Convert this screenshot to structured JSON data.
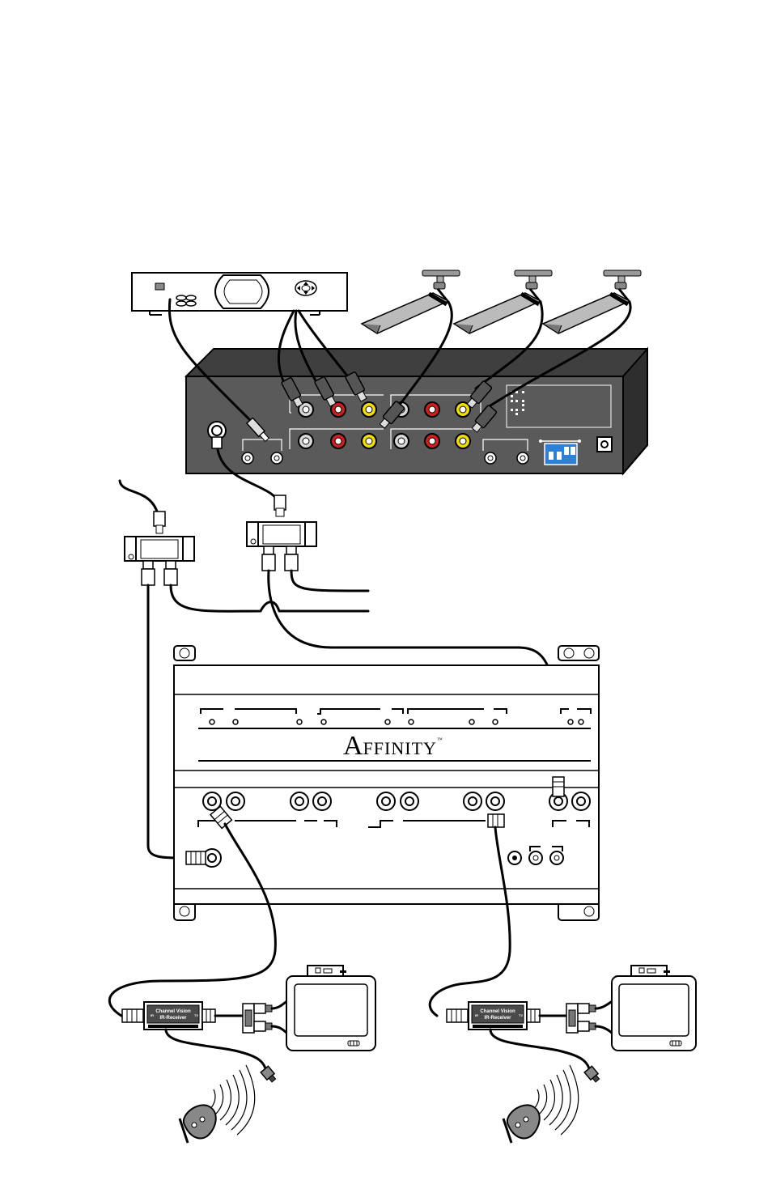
{
  "brand": {
    "name": "AFFINITY",
    "initial": "A",
    "rest": "FFINITY",
    "mark": "™"
  },
  "ir_receiver": {
    "line1": "Channel Vision",
    "line2": "IR-Receiver",
    "side_left": "IR",
    "side_right": "TV"
  },
  "colors": {
    "line": "#000000",
    "rca_red": "#d11f1f",
    "rca_yellow": "#f2dd00",
    "rca_white": "#d8d8d8",
    "dip_blue": "#2f7fd6",
    "modulator_body": "#555555"
  }
}
